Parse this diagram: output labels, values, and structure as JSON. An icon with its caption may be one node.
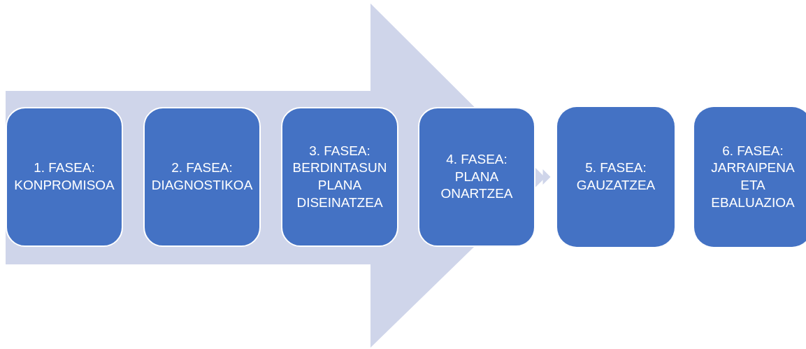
{
  "diagram": {
    "nodes": [
      {
        "text": [
          "1. FASEA: KONPROMISOA"
        ]
      },
      {
        "text": [
          "2. FASEA: DIAGNOSTIKOA"
        ]
      },
      {
        "text": [
          "3. FASEA: BERDINTASUN PLANA DISEINATZEA"
        ]
      },
      {
        "text": [
          "4. FASEA: PLANA ONARTZEA"
        ]
      },
      {
        "text": [
          "5. FASEA: GAUZATZEA"
        ]
      },
      {
        "text": [
          "6. FASEA: JARRAIPENA ETA EBALUAZIOA"
        ]
      }
    ],
    "edges": [
      {
        "from": 0,
        "to": 3,
        "arrow": "to",
        "style": "thick"
      },
      {
        "from": 3,
        "to": 4,
        "arrow": "to"
      }
    ]
  }
}
